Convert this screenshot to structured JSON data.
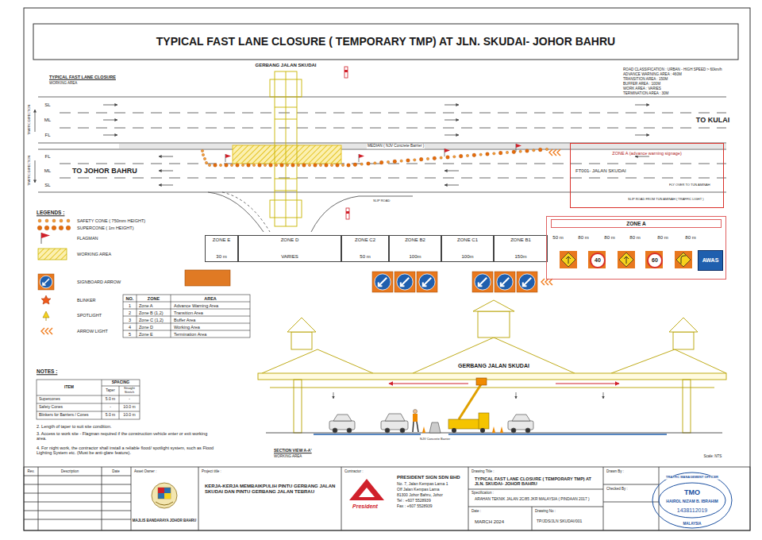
{
  "diagram": {
    "title": "TYPICAL FAST LANE CLOSURE ( TEMPORARY TMP) AT JLN. SKUDAI- JOHOR BAHRU",
    "nodes": [
      {
        "text": [
          "ZONE A (advance warning signage)"
        ]
      },
      {
        "text": [
          "ZONE E",
          "30 m"
        ]
      },
      {
        "text": [
          "ZONE D",
          "VARIES"
        ]
      },
      {
        "text": [
          "ZONE C2",
          "50 m"
        ]
      },
      {
        "text": [
          "ZONE B2",
          "100m"
        ]
      },
      {
        "text": [
          "ZONE C1",
          "100m"
        ]
      },
      {
        "text": [
          "ZONE B1",
          "150m"
        ]
      },
      {
        "text": [
          "ZONE A"
        ]
      },
      {
        "text": [
          "40"
        ],
        "in": 7
      },
      {
        "text": [
          "60"
        ],
        "in": 7
      },
      {
        "text": [
          "AWAS"
        ],
        "in": 7
      }
    ],
    "labels": [
      "TYPICAL FAST LANE CLOSURE",
      "WORKING AREA",
      "GERBANG JALAN SKUDAI",
      "SL",
      "ML",
      "FL",
      "FL",
      "ML",
      "SL",
      "TRAFFIC DIRECTION",
      "TRAFFIC DIRECTION",
      "TO KULAI",
      "TO JOHOR BAHRU",
      "MEDIAN ( NJV Concrete Barrier )",
      "FT001- JALAN SKUDAI",
      "ROAD CLASSIFICATION : URBAN - HIGH SPEED > 60km/h",
      "ADVANCE WARNING AREA : 460M",
      "TRANSITION AREA : 150M",
      "BUFFER AREA : 100M",
      "WORK AREA : VARIES",
      "TERMINATION AREA : 30M",
      "SLIP ROAD",
      "FLY OVER TO TUN AMINAH",
      "SLIP ROAD FROM TUN AMINAH ( TRAFFIC LIGHT )",
      "50 m",
      "80 m",
      "80 m",
      "80 m",
      "80 m",
      "80 m",
      "LEGENDS :",
      "NO.",
      "ZONE",
      "AREA",
      "1",
      "Zone A",
      "Advance Warning Area",
      "2",
      "Zone B (1,2)",
      "Transition Area",
      "3",
      "Zone C (1,2)",
      "Buffer Area",
      "4",
      "Zone D",
      "Working Area",
      "5",
      "Zone E",
      "Termination Area",
      "NOTES :",
      "ITEM",
      "SPACING",
      "Taper",
      "Straight Stretch",
      "Supercones",
      "5.0 m",
      "-",
      "Safety Cones",
      "-",
      "10.0 m",
      "Blinkers for Barriers / Cones",
      "5.0 m",
      "10.0 m",
      "2. Length of taper to suit site condition.",
      "3. Access to work site - Flagman required if the construction vehicle enter or exit working area.",
      "4. For night work, the contractor shall install a reliable flood/ spotlight system, such as Flood Lighting System etc. (Must be anti-glare feature).",
      "GERBANG JALAN SKUDAI",
      "SECTION VIEW A-A'",
      "WORKING AREA",
      "Scale: NTS",
      "NJV Concrete Barrier",
      "Rev.",
      "Description",
      "Date",
      "Asset Owner :",
      "MAJLIS BANDARAYA JOHOR BAHRU",
      "Project title :",
      "KERJA-KERJA MEMBAIKPULIH PINTU GERBANG JALAN SKUDAI DAN PINTU GERBANG JALAN TEBRAU",
      "Contractor :",
      "President",
      "PRESIDENT SIGN SDN BHD",
      "No. 7, Jalan Kempas Lama 1",
      "Off Jalan Kempas Lama",
      "81300 Johor Bahru, Johor",
      "Tel : +607 5528939",
      "Fax : +607 5528939",
      "Drawing Title :",
      "TYPICAL FAST LANE CLOSURE ( TEMPORARY TMP) AT JLN. SKUDAI- JOHOR BAHRU",
      "Specification :",
      "ARAHAN TEKNIK JALAN 2C/85 JKR MALAYSIA ( PINDAAN 2017 )",
      "Date :",
      "MARCH 2024",
      "Drawing No :",
      "TP/JDS/JLN SKUDAI/001",
      "Drawn By :",
      "Checked By :",
      "TRAFFIC MANAGEMENT OFFICER",
      "TMO",
      "HAIROL NIZAM B. IBRAHIM",
      "1438112019",
      "MALAYSIA"
    ],
    "legend": [
      {
        "text": "SAFETY CONE ( 750mm HEIGHT)",
        "color": "#f39c34"
      },
      {
        "text": "SUPERCONE ( 1m HEIGHT)",
        "color": "#e46c0a"
      },
      {
        "text": "FLAGMAN"
      },
      {
        "text": "WORKING AREA"
      },
      {
        "text": "SIGNBOARD ARROW"
      },
      {
        "text": "BLINKER"
      },
      {
        "text": "SPOTLIGHT"
      },
      {
        "text": "ARROW LIGHT"
      }
    ]
  }
}
